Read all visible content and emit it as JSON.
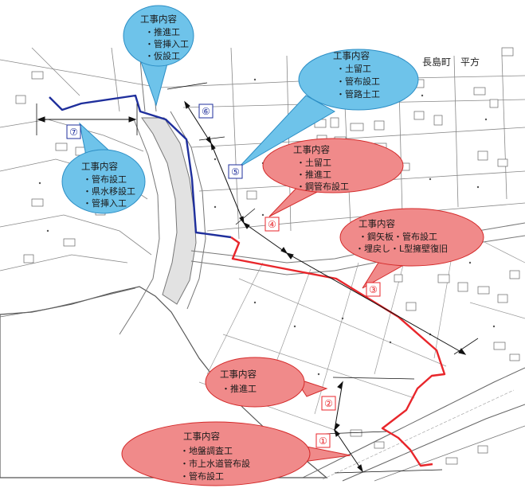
{
  "place_label": "長島町　平方",
  "colors": {
    "red_route": "#e8262b",
    "blue_route": "#1f2f9c",
    "red_callout_fill": "#f08a8a",
    "red_callout_stroke": "#d42a2a",
    "blue_callout_fill": "#6ec3ea",
    "blue_callout_stroke": "#2c8ec5",
    "river": "#e2e2e2"
  },
  "sections": [
    {
      "id": "s1",
      "number": "①",
      "color": "red"
    },
    {
      "id": "s2",
      "number": "②",
      "color": "red"
    },
    {
      "id": "s3",
      "number": "③",
      "color": "red"
    },
    {
      "id": "s4",
      "number": "④",
      "color": "red"
    },
    {
      "id": "s5",
      "number": "⑤",
      "color": "blue"
    },
    {
      "id": "s6",
      "number": "⑥",
      "color": "blue"
    },
    {
      "id": "s7",
      "number": "⑦",
      "color": "blue"
    }
  ],
  "callouts": [
    {
      "id": "c6",
      "section": "⑥",
      "color": "blue",
      "title": "工事内容",
      "items": [
        "・推進工",
        "・管挿入工",
        "・仮設工"
      ]
    },
    {
      "id": "c5",
      "section": "⑤",
      "color": "blue",
      "title": "工事内容",
      "items": [
        "・土留工",
        "・管布設工",
        "・管路土工"
      ]
    },
    {
      "id": "c7",
      "section": "⑦",
      "color": "blue",
      "title": "工事内容",
      "items": [
        "・管布設工",
        "・県水移設工",
        "・管挿入工"
      ]
    },
    {
      "id": "c4",
      "section": "④",
      "color": "red",
      "title": "工事内容",
      "items": [
        "・土留工",
        "・推進工",
        "・鋼管布設工"
      ]
    },
    {
      "id": "c3",
      "section": "③",
      "color": "red",
      "title": "工事内容",
      "items": [
        "・鋼矢板・管布設工",
        "・埋戻し・L型擁壁復旧"
      ]
    },
    {
      "id": "c2",
      "section": "②",
      "color": "red",
      "title": "工事内容",
      "items": [
        "・推進工"
      ]
    },
    {
      "id": "c1",
      "section": "①",
      "color": "red",
      "title": "工事内容",
      "items": [
        "・地盤調査工",
        "・市上水道管布設",
        "・管布設工"
      ]
    }
  ]
}
